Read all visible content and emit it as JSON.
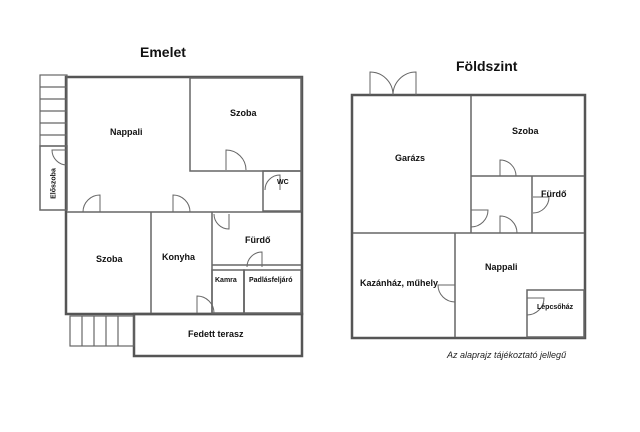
{
  "plans": {
    "upper": {
      "title": "Emelet",
      "rooms": {
        "nappali": "Nappali",
        "szoba_top": "Szoba",
        "eloszoba": "Előszoba",
        "wc": "WC",
        "szoba_bottom": "Szoba",
        "konyha": "Konyha",
        "furdo": "Fürdő",
        "kamra": "Kamra",
        "padlasfeljaro": "Padlásfeljáró",
        "fedett_terasz": "Fedett terasz"
      }
    },
    "ground": {
      "title": "Földszint",
      "rooms": {
        "garazs": "Garázs",
        "szoba": "Szoba",
        "furdo": "Fürdő",
        "kazanhaz": "Kazánház, műhely",
        "nappali": "Nappali",
        "lepcsohaz": "Lépcsőház"
      }
    }
  },
  "disclaimer": "Az alaprajz tájékoztató jellegű",
  "colors": {
    "wall": "#555555",
    "line": "#777777",
    "background": "#ffffff"
  }
}
